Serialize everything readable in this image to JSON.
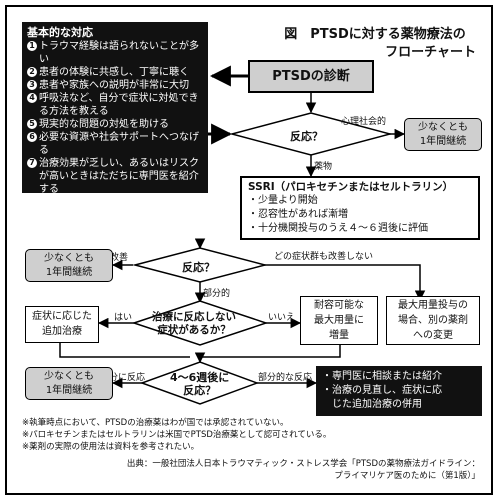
{
  "title": {
    "line1": "図　PTSDに対する薬物療法の",
    "line2": "フローチャート"
  },
  "principles": {
    "heading": "基本的な対応",
    "items": [
      {
        "num": "1",
        "text": "トラウマ経験は語られないことが多い"
      },
      {
        "num": "2",
        "text": "患者の体験に共感し、丁寧に聴く"
      },
      {
        "num": "3",
        "text": "患者や家族への説明が非常に大切"
      },
      {
        "num": "4",
        "text": "呼吸法など、自分で症状に対処できる方法を教える"
      },
      {
        "num": "5",
        "text": "現実的な問題の対処を助ける"
      },
      {
        "num": "6",
        "text": "必要な資源や社会サポートへつなげる"
      },
      {
        "num": "7",
        "text": "治療効果が乏しい、あるいはリスクが高いときはただちに専門医を紹介する"
      }
    ]
  },
  "diagnosis": "PTSDの診断",
  "response1": "反応？",
  "label_psychosocial": "心理社会的",
  "label_drug": "薬物",
  "continue1": {
    "line1": "少なくとも",
    "line2": "1年間継続"
  },
  "ssri": {
    "title": "SSRI（パロキセチンまたはセルトラリン）",
    "items": [
      "・少量より開始",
      "・忍容性があれば漸増",
      "・十分機関投与のうえ４〜６週後に評価"
    ]
  },
  "response2": "反応？",
  "label_improved": "改善",
  "label_no_improve": "どの症状群も改善しない",
  "label_partial": "部分的",
  "continue2": {
    "line1": "少なくとも",
    "line2": "1年間継続"
  },
  "residual": {
    "line1": "治療に反応しない",
    "line2": "症状があるか？"
  },
  "label_yes": "はい",
  "label_no": "いいえ",
  "symptom_tx": {
    "line1": "症状に応じた",
    "line2": "追加治療"
  },
  "max_dose": {
    "line1": "耐容可能な",
    "line2": "最大用量に",
    "line3": "増量"
  },
  "switch_drug": {
    "line1": "最大用量投与の",
    "line2": "場合、別の薬剤",
    "line3": "への変更"
  },
  "response3": {
    "line1": "4〜6週後に",
    "line2": "反応？"
  },
  "label_sufficient": "十分に反応",
  "label_partial_resp": "部分的な反応",
  "continue3": {
    "line1": "少なくとも",
    "line2": "1年間継続"
  },
  "final": {
    "items": [
      "・専門医に相談または紹介",
      "・治療の見直し、症状に応",
      "　じた追加治療の併用"
    ]
  },
  "notes": [
    "※執筆時点において、PTSDの治療薬はわが国では承認されていない。",
    "※パロキセチンまたはセルトラリンは米国でPTSD治療薬として認可されている。",
    "※薬剤の実際の使用法は資料を参考されたい。"
  ],
  "source": {
    "line1": "出典：一般社団法人日本トラウマティック・ストレス学会「PTSDの薬物療法ガイドライン：",
    "line2": "プライマリケア医のために（第1版）」"
  }
}
